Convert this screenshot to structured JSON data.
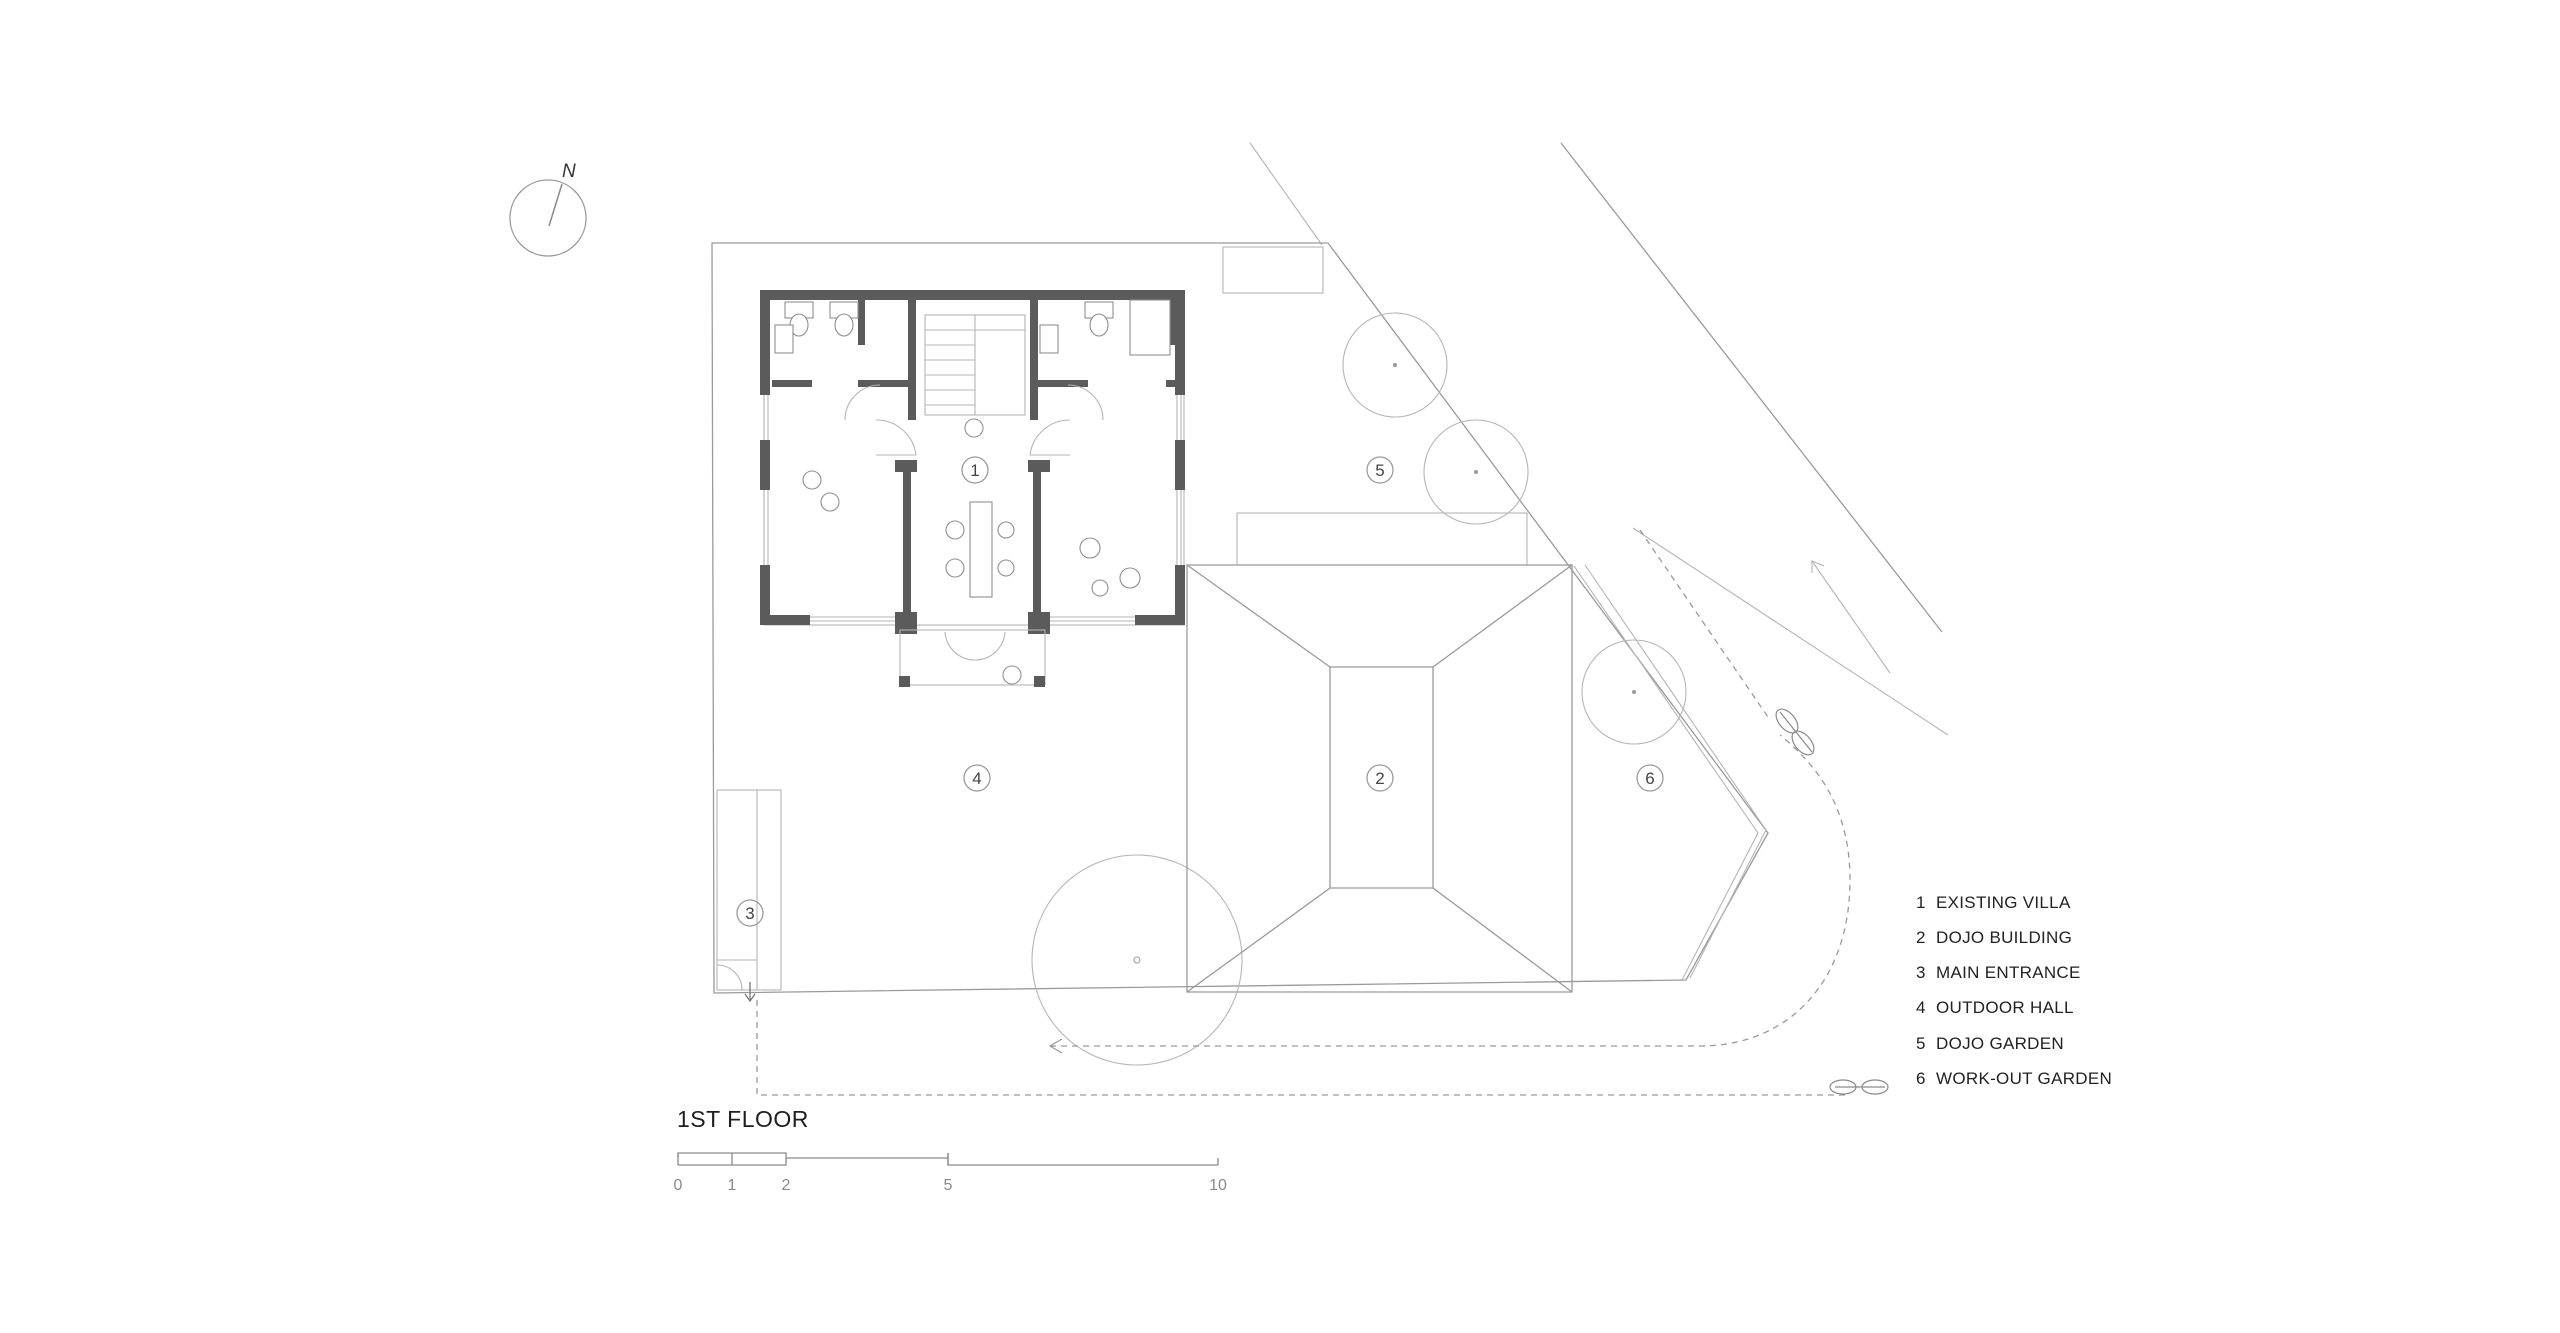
{
  "drawing": {
    "floor_title": "1ST FLOOR",
    "north_label": "N"
  },
  "rooms": [
    {
      "number": "1",
      "label": "EXISTING VILLA"
    },
    {
      "number": "2",
      "label": "DOJO BUILDING"
    },
    {
      "number": "3",
      "label": "MAIN ENTRANCE"
    },
    {
      "number": "4",
      "label": "OUTDOOR HALL"
    },
    {
      "number": "5",
      "label": "DOJO GARDEN"
    },
    {
      "number": "6",
      "label": "WORK-OUT GARDEN"
    }
  ],
  "scale_bar": {
    "ticks": [
      "0",
      "1",
      "2",
      "5",
      "10"
    ]
  },
  "colors": {
    "wall": "#5b5b5b",
    "line": "#9a9a9a",
    "text": "#222222"
  }
}
